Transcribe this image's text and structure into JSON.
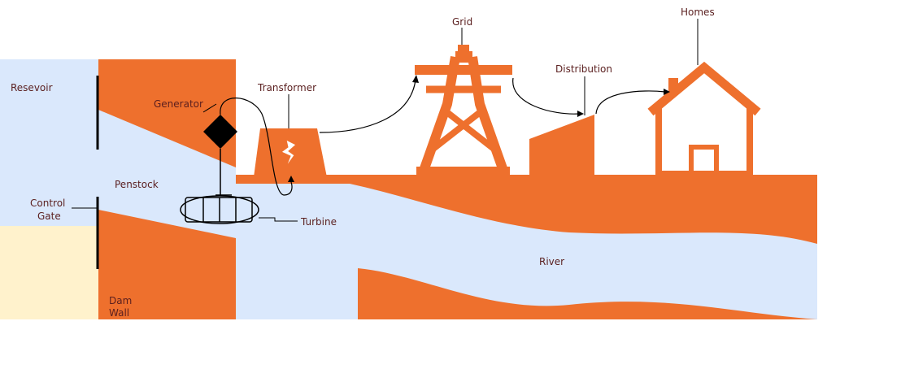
{
  "colors": {
    "orange": "#ee702d",
    "water": "#dae8fc",
    "sand": "#fff2cc",
    "line": "#000000",
    "label": "#5a1f1f"
  },
  "labels": {
    "reservoir": "Resevoir",
    "generator": "Generator",
    "transformer": "Transformer",
    "grid": "Grid",
    "distribution": "Distribution",
    "homes": "Homes",
    "control_gate_1": "Control",
    "control_gate_2": "Gate",
    "penstock": "Penstock",
    "turbine": "Turbine",
    "river": "River",
    "dam_wall_1": "Dam",
    "dam_wall_2": "Wall"
  },
  "icons": {
    "transformer": "lightning-icon",
    "grid": "transmission-tower-icon",
    "homes": "house-icon",
    "generator": "diamond-icon",
    "turbine": "turbine-icon"
  }
}
